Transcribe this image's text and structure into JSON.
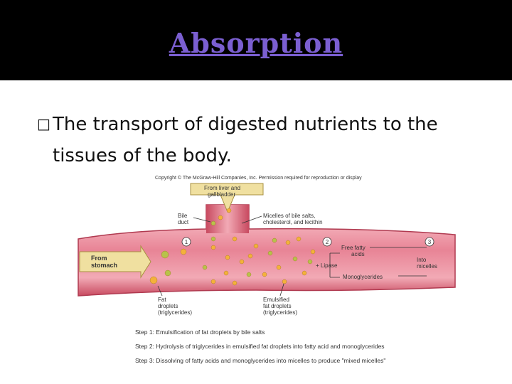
{
  "slide": {
    "title": "Absorption",
    "bullet_glyph": "□",
    "bullet_line1": "The transport of digested nutrients to the",
    "bullet_line2": "tissues of the body."
  },
  "figure": {
    "copyright": "Copyright © The McGraw-Hill Companies, Inc. Permission required for reproduction or display",
    "from_liver": "From liver and",
    "gallbladder": "gallbladder",
    "bile": "Bile",
    "duct": "duct",
    "micelles1": "Micelles of bile salts,",
    "micelles2": "cholesterol, and lecithin",
    "from": "From",
    "stomach": "stomach",
    "step1_num": "1",
    "step2_num": "2",
    "step3_num": "3",
    "free_fatty": "Free fatty",
    "acids": "acids",
    "lipase": "+ Lipase",
    "monoglycerides": "Monoglycerides",
    "into": "Into",
    "micelles_word": "micelles",
    "fat": "Fat",
    "droplets": "droplets",
    "triglycerides": "(triglycerides)",
    "emulsified": "Emulsified",
    "fat_droplets": "fat droplets",
    "triglycerides2": "(triglycerides)",
    "step1": "Step 1: Emulsification of fat droplets by bile salts",
    "step2": "Step 2: Hydrolysis of triglycerides in emulsified fat droplets into fatty acid and monoglycerides",
    "step3": "Step 3: Dissolving of fatty acids and monoglycerides into micelles to produce \"mixed micelles\""
  },
  "colors": {
    "title": "#7b5fd1",
    "vessel": "#e06a7e",
    "vessel_light": "#f2aab5",
    "arrow": "#f0e0a0",
    "droplet": "#f4b13a",
    "micelle": "#b8c24a"
  }
}
